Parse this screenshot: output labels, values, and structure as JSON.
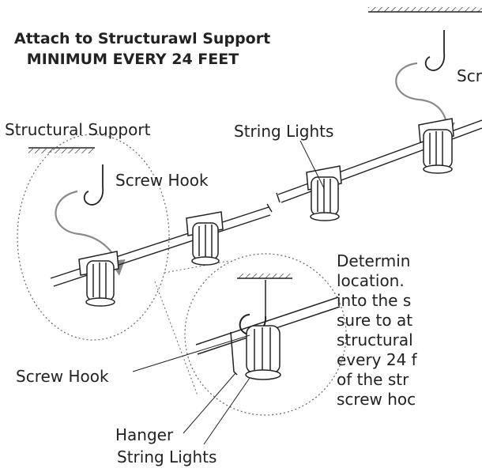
{
  "heading": {
    "line1": "Attach to Structurawl Support",
    "line2": "MINIMUM EVERY 24 FEET"
  },
  "labels": {
    "screw_hook_top": "Scr",
    "structural_support": "Structural Support",
    "string_lights_top": "String Lights",
    "screw_hook_left": "Screw Hook",
    "screw_hook_detail": "Screw Hook",
    "hanger": "Hanger",
    "string_lights_bottom": "String Lights"
  },
  "instructions": [
    "Determin",
    "location.",
    "into the s",
    "sure to at",
    "structural",
    "every 24 f",
    "of the str",
    "screw hoc"
  ]
}
